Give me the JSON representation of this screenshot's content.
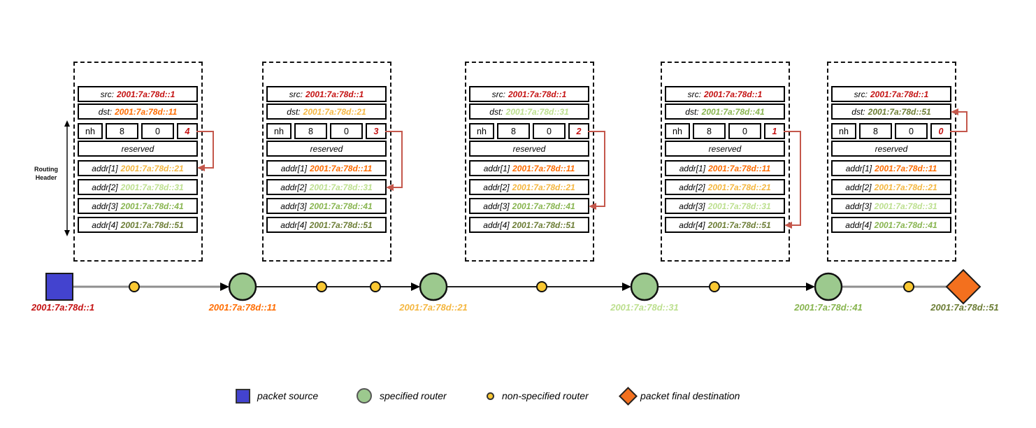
{
  "routing_header_label": {
    "line1": "Routing",
    "line2": "Header"
  },
  "colors": {
    "red": "#c41111",
    "orange": "#ff6c00",
    "amber": "#f4b63f",
    "light_green": "#bcdf8e",
    "green": "#87b44e",
    "olive": "#6b7c34",
    "arrow_red": "#c4574b",
    "source_blue": "#4343cf",
    "router_green": "#9cc98e",
    "hop_yellow": "#fac832",
    "dest_orange": "#f3701e"
  },
  "tables": [
    {
      "src_label": "src:",
      "src_value": "2001:7a:78d::1",
      "src_color": "#c41111",
      "dst_label": "dst:",
      "dst_value": "2001:7a:78d::11",
      "dst_color": "#ff6c00",
      "nh_label": "nh",
      "length_value": "8",
      "type_value": "0",
      "segments_left": "4",
      "segments_left_color": "#c41111",
      "reserved_label": "reserved",
      "addrs": [
        {
          "label": "addr[1]",
          "value": "2001:7a:78d::21",
          "color": "#f4b63f"
        },
        {
          "label": "addr[2]",
          "value": "2001:7a:78d::31",
          "color": "#bcdf8e"
        },
        {
          "label": "addr[3]",
          "value": "2001:7a:78d::41",
          "color": "#87b44e"
        },
        {
          "label": "addr[4]",
          "value": "2001:7a:78d::51",
          "color": "#6b7c34"
        }
      ]
    },
    {
      "src_label": "src:",
      "src_value": "2001:7a:78d::1",
      "src_color": "#c41111",
      "dst_label": "dst:",
      "dst_value": "2001:7a:78d::21",
      "dst_color": "#f4b63f",
      "nh_label": "nh",
      "length_value": "8",
      "type_value": "0",
      "segments_left": "3",
      "segments_left_color": "#c41111",
      "reserved_label": "reserved",
      "addrs": [
        {
          "label": "addr[1]",
          "value": "2001:7a:78d::11",
          "color": "#ff6c00"
        },
        {
          "label": "addr[2]",
          "value": "2001:7a:78d::31",
          "color": "#bcdf8e"
        },
        {
          "label": "addr[3]",
          "value": "2001:7a:78d::41",
          "color": "#87b44e"
        },
        {
          "label": "addr[4]",
          "value": "2001:7a:78d::51",
          "color": "#6b7c34"
        }
      ]
    },
    {
      "src_label": "src:",
      "src_value": "2001:7a:78d::1",
      "src_color": "#c41111",
      "dst_label": "dst:",
      "dst_value": "2001:7a:78d::31",
      "dst_color": "#bcdf8e",
      "nh_label": "nh",
      "length_value": "8",
      "type_value": "0",
      "segments_left": "2",
      "segments_left_color": "#c41111",
      "reserved_label": "reserved",
      "addrs": [
        {
          "label": "addr[1]",
          "value": "2001:7a:78d::11",
          "color": "#ff6c00"
        },
        {
          "label": "addr[2]",
          "value": "2001:7a:78d::21",
          "color": "#f4b63f"
        },
        {
          "label": "addr[3]",
          "value": "2001:7a:78d::41",
          "color": "#87b44e"
        },
        {
          "label": "addr[4]",
          "value": "2001:7a:78d::51",
          "color": "#6b7c34"
        }
      ]
    },
    {
      "src_label": "src:",
      "src_value": "2001:7a:78d::1",
      "src_color": "#c41111",
      "dst_label": "dst:",
      "dst_value": "2001:7a:78d::41",
      "dst_color": "#87b44e",
      "nh_label": "nh",
      "length_value": "8",
      "type_value": "0",
      "segments_left": "1",
      "segments_left_color": "#c41111",
      "reserved_label": "reserved",
      "addrs": [
        {
          "label": "addr[1]",
          "value": "2001:7a:78d::11",
          "color": "#ff6c00"
        },
        {
          "label": "addr[2]",
          "value": "2001:7a:78d::21",
          "color": "#f4b63f"
        },
        {
          "label": "addr[3]",
          "value": "2001:7a:78d::31",
          "color": "#bcdf8e"
        },
        {
          "label": "addr[4]",
          "value": "2001:7a:78d::51",
          "color": "#6b7c34"
        }
      ]
    },
    {
      "src_label": "src:",
      "src_value": "2001:7a:78d::1",
      "src_color": "#c41111",
      "dst_label": "dst:",
      "dst_value": "2001:7a:78d::51",
      "dst_color": "#6b7c34",
      "nh_label": "nh",
      "length_value": "8",
      "type_value": "0",
      "segments_left": "0",
      "segments_left_color": "#c41111",
      "reserved_label": "reserved",
      "addrs": [
        {
          "label": "addr[1]",
          "value": "2001:7a:78d::11",
          "color": "#ff6c00"
        },
        {
          "label": "addr[2]",
          "value": "2001:7a:78d::21",
          "color": "#f4b63f"
        },
        {
          "label": "addr[3]",
          "value": "2001:7a:78d::31",
          "color": "#bcdf8e"
        },
        {
          "label": "addr[4]",
          "value": "2001:7a:78d::41",
          "color": "#87b44e"
        }
      ]
    }
  ],
  "path": {
    "nodes": [
      {
        "type": "packet-source",
        "label": "2001:7a:78d::1",
        "color": "#c41111"
      },
      {
        "type": "specified-router",
        "label": "2001:7a:78d::11",
        "color": "#ff6c00"
      },
      {
        "type": "specified-router",
        "label": "2001:7a:78d::21",
        "color": "#f4b63f"
      },
      {
        "type": "specified-router",
        "label": "2001:7a:78d::31",
        "color": "#bcdf8e"
      },
      {
        "type": "specified-router",
        "label": "2001:7a:78d::41",
        "color": "#87b44e"
      },
      {
        "type": "final-destination",
        "label": "2001:7a:78d::51",
        "color": "#6b7c34"
      }
    ],
    "non_specified_router_count": 6
  },
  "legend": {
    "items": [
      {
        "icon": "square",
        "label": "packet source"
      },
      {
        "icon": "circle",
        "label": "specified router"
      },
      {
        "icon": "dot",
        "label": "non-specified router"
      },
      {
        "icon": "diamond",
        "label": "packet final destination"
      }
    ]
  }
}
